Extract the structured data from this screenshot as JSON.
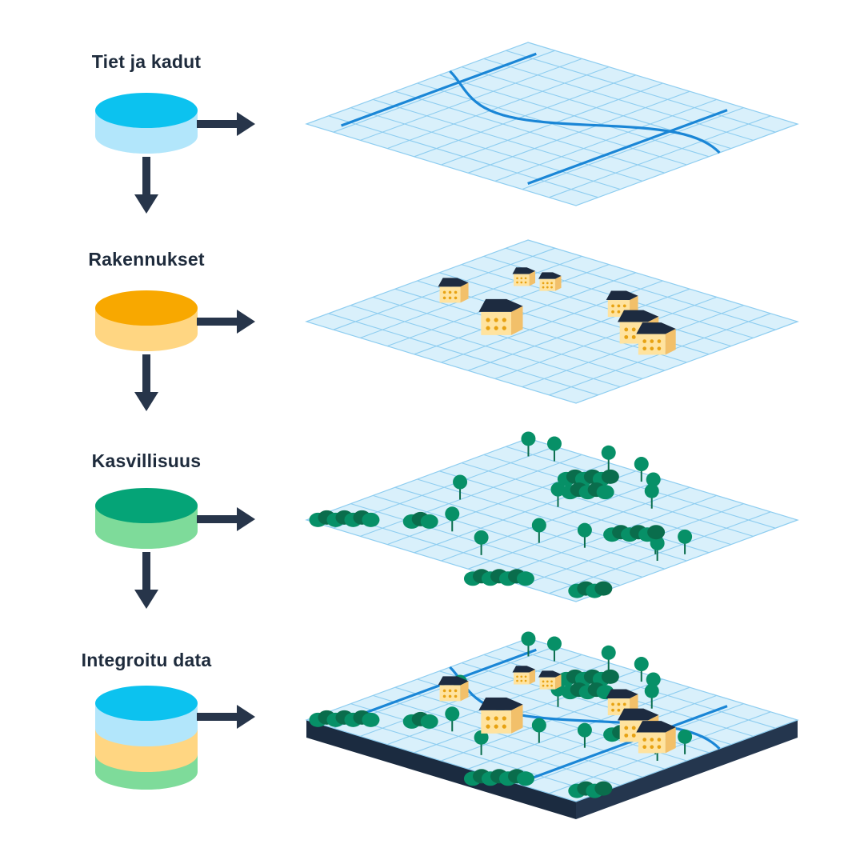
{
  "layers": [
    {
      "id": "roads",
      "label": "Tiet ja kadut",
      "icon": "road-database-icon",
      "colors": {
        "top": "#0cc2ef",
        "body": "#b2e6fb"
      }
    },
    {
      "id": "buildings",
      "label": "Rakennukset",
      "icon": "building-database-icon",
      "colors": {
        "top": "#f8a800",
        "body": "#ffd682"
      }
    },
    {
      "id": "vegetation",
      "label": "Kasvillisuus",
      "icon": "vegetation-database-icon",
      "colors": {
        "top": "#05a477",
        "body": "#7edb9a"
      }
    },
    {
      "id": "integrated",
      "label": "Integroitu data",
      "icon": "integrated-database-icon",
      "colors": {
        "top": "#0cc2ef",
        "bands": [
          "#b2e6fb",
          "#ffd682",
          "#7edb9a"
        ]
      }
    }
  ],
  "colors": {
    "arrow": "#27354a",
    "grid_fill": "#d9f0fb",
    "grid_line": "#8ecdf0",
    "road": "#1a86d6",
    "tree": "#079067",
    "bush_dark": "#0a6d4c",
    "building_wall": "#ffe39f",
    "building_shade": "#f2c06a",
    "building_roof": "#1d2b40",
    "window": "#e7a212",
    "base_dark": "#1b2b40"
  }
}
